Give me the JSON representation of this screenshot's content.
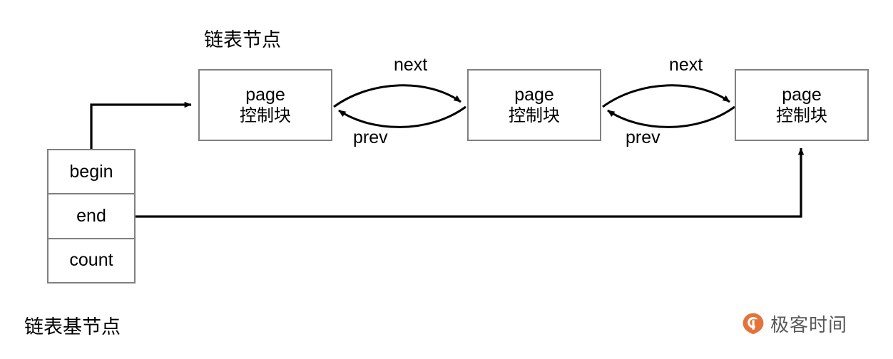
{
  "diagram": {
    "title_node": "链表节点",
    "title_base": "链表基节点",
    "nodes": [
      {
        "line1": "page",
        "line2": "控制块"
      },
      {
        "line1": "page",
        "line2": "控制块"
      },
      {
        "line1": "page",
        "line2": "控制块"
      }
    ],
    "base_node": {
      "fields": [
        {
          "label": "begin"
        },
        {
          "label": "end"
        },
        {
          "label": "count"
        }
      ]
    },
    "edges": [
      {
        "label": "next",
        "from": "node-1",
        "to": "node-2",
        "direction": "forward"
      },
      {
        "label": "prev",
        "from": "node-2",
        "to": "node-1",
        "direction": "backward"
      },
      {
        "label": "next",
        "from": "node-2",
        "to": "node-3",
        "direction": "forward"
      },
      {
        "label": "prev",
        "from": "node-3",
        "to": "node-2",
        "direction": "backward"
      },
      {
        "label": "",
        "from": "begin",
        "to": "node-1",
        "direction": "forward"
      },
      {
        "label": "",
        "from": "end",
        "to": "node-3",
        "direction": "forward"
      }
    ],
    "colors": {
      "box_border": "#808080",
      "connector": "#000000",
      "background": "#ffffff",
      "watermark_logo": "#e2682b",
      "watermark_text": "#4a4a4a"
    }
  },
  "watermark": {
    "text": "极客时间",
    "logo_name": "geektime-logo"
  }
}
